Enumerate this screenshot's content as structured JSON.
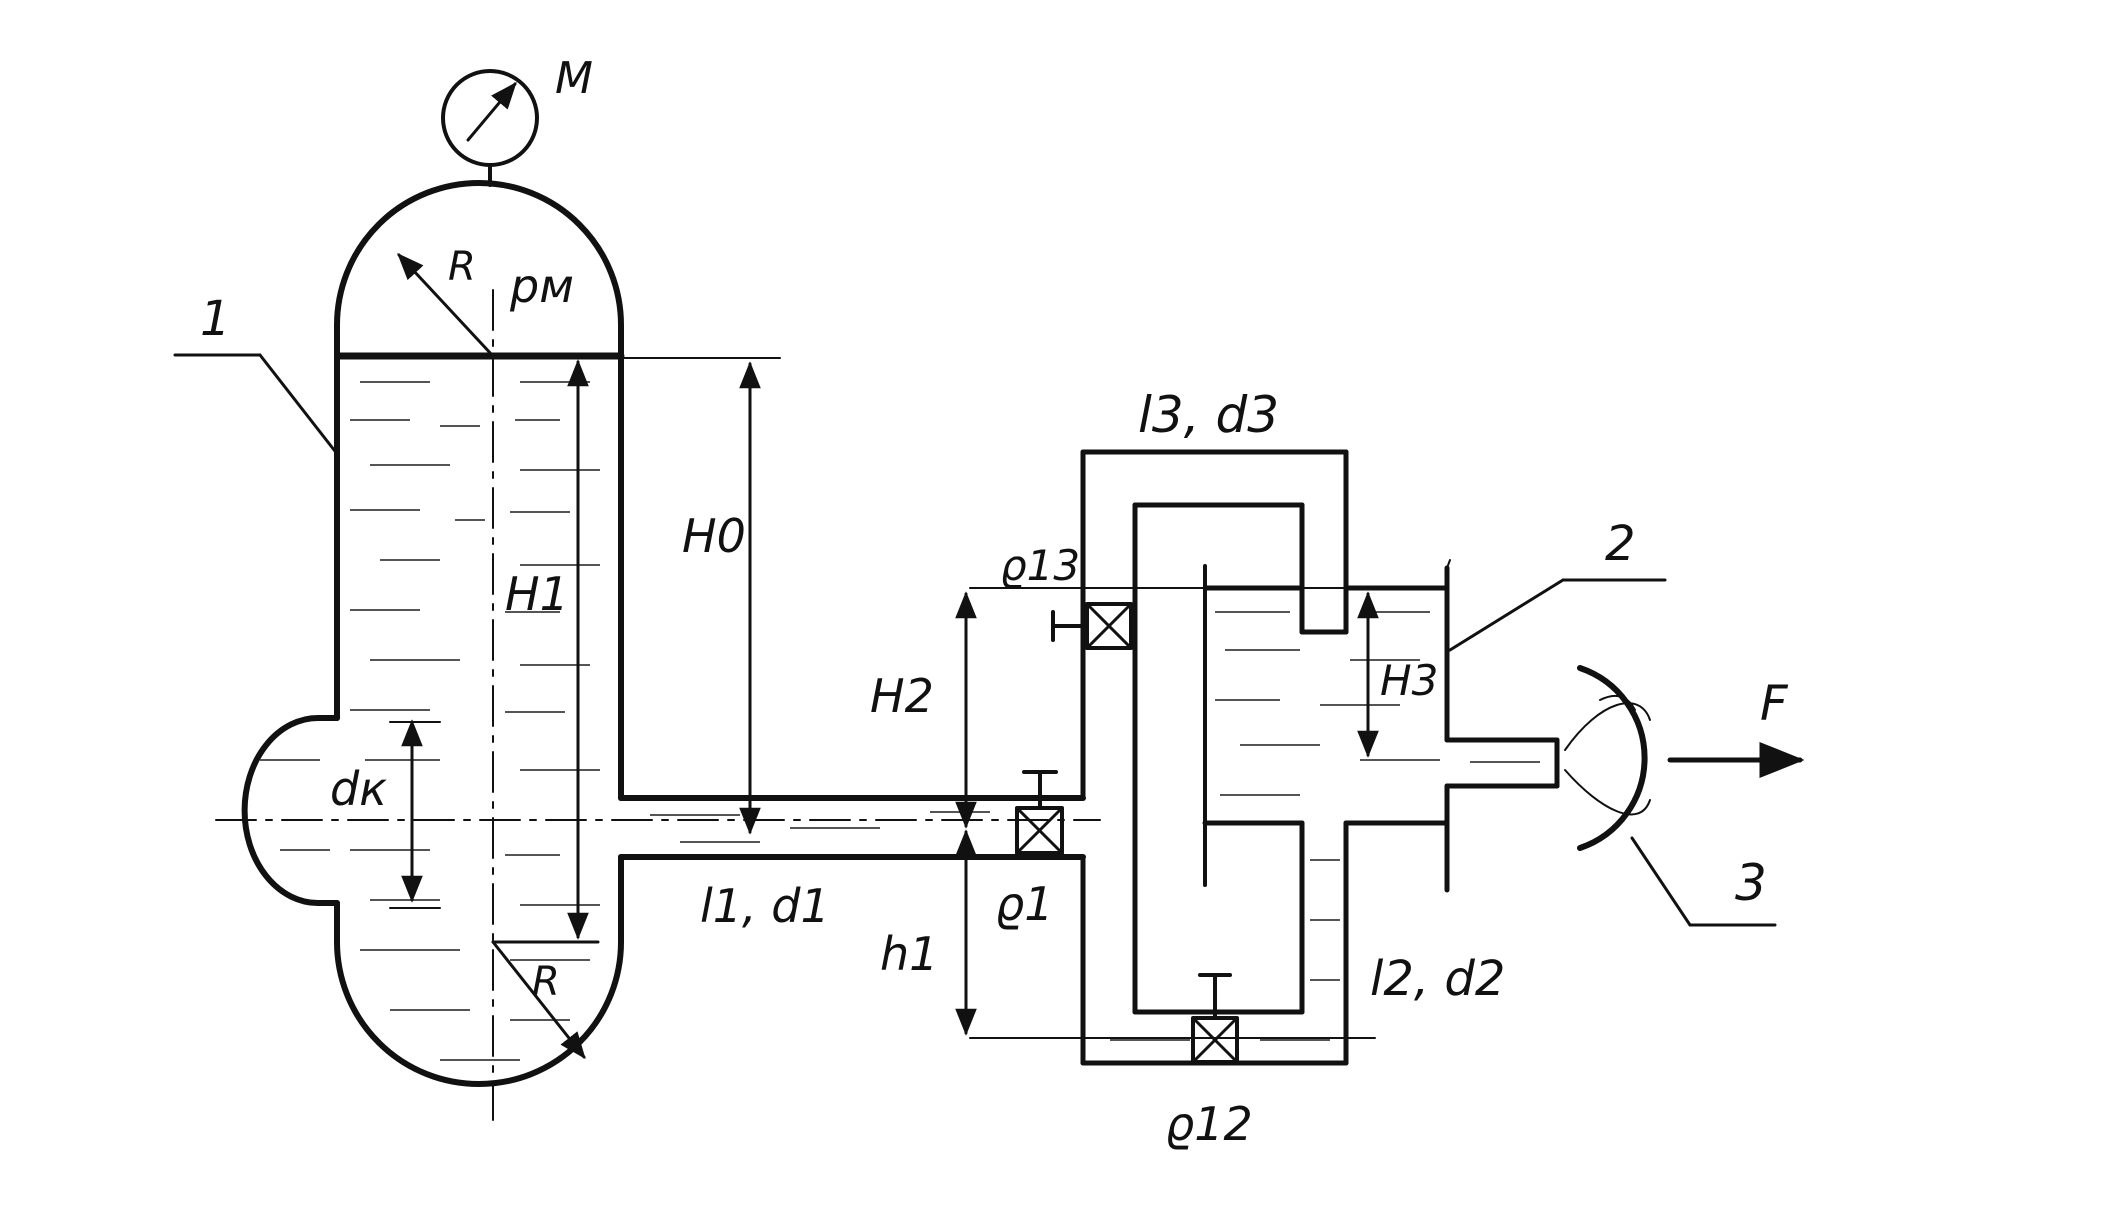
{
  "labels": {
    "gauge": "M",
    "radius_top": "R",
    "pressure": "pм",
    "item1": "1",
    "H0": "H0",
    "H1": "H1",
    "dk": "dк",
    "radius_bottom": "R",
    "l1d1": "l1, d1",
    "zeta1": "ϱ1",
    "h1": "h1",
    "H2": "H2",
    "zeta3": "ϱ13",
    "l3d3": "l3, d3",
    "item2": "2",
    "H3": "H3",
    "force": "F",
    "item3": "3",
    "l2d2": "l2, d2",
    "zeta2": "ϱ12"
  },
  "colors": {
    "line": "#111111",
    "fluid_hatch": "#555555",
    "background": "#ffffff"
  }
}
